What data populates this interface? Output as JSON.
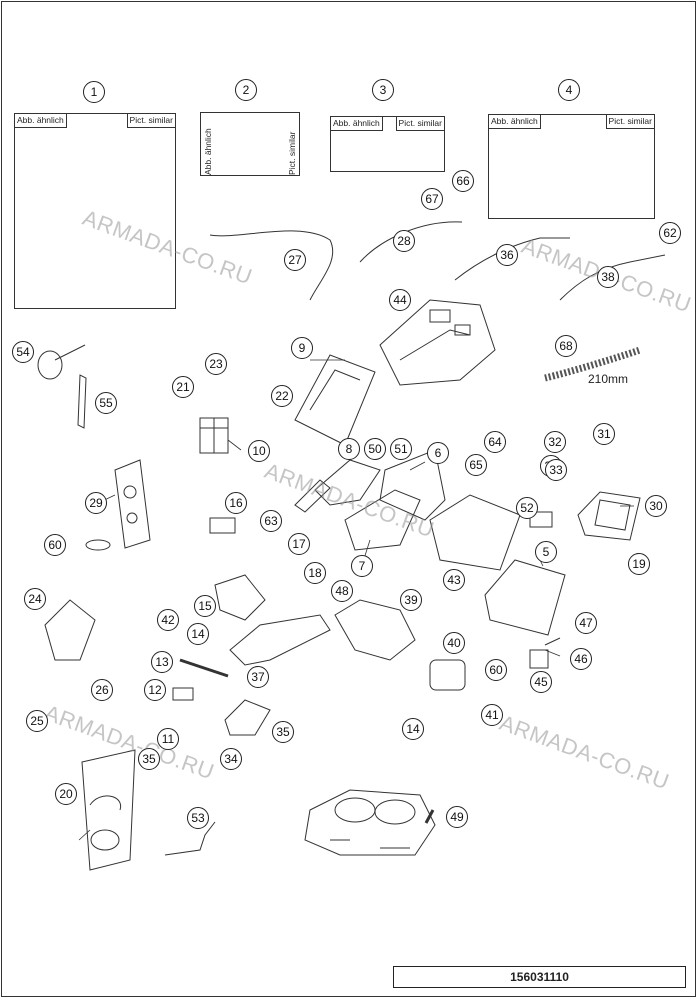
{
  "diagram": {
    "kit_labels": {
      "similar_de": "Abb. ähnlich",
      "similar_en": "Pict. similar"
    },
    "hose_length_note": "210mm",
    "watermark_text": "ARMADA-CO.RU",
    "drawing_number": "156031110",
    "callouts": [
      "1",
      "2",
      "3",
      "4",
      "5",
      "6",
      "7",
      "8",
      "9",
      "10",
      "11",
      "12",
      "13",
      "14",
      "14",
      "15",
      "16",
      "17",
      "18",
      "19",
      "20",
      "21",
      "21",
      "22",
      "23",
      "24",
      "25",
      "26",
      "27",
      "28",
      "29",
      "30",
      "31",
      "32",
      "33",
      "34",
      "35",
      "35",
      "36",
      "37",
      "38",
      "39",
      "40",
      "41",
      "42",
      "43",
      "44",
      "45",
      "46",
      "47",
      "48",
      "49",
      "50",
      "51",
      "52",
      "53",
      "54",
      "55",
      "60",
      "60",
      "62",
      "63",
      "64",
      "65",
      "66",
      "67",
      "68"
    ]
  }
}
